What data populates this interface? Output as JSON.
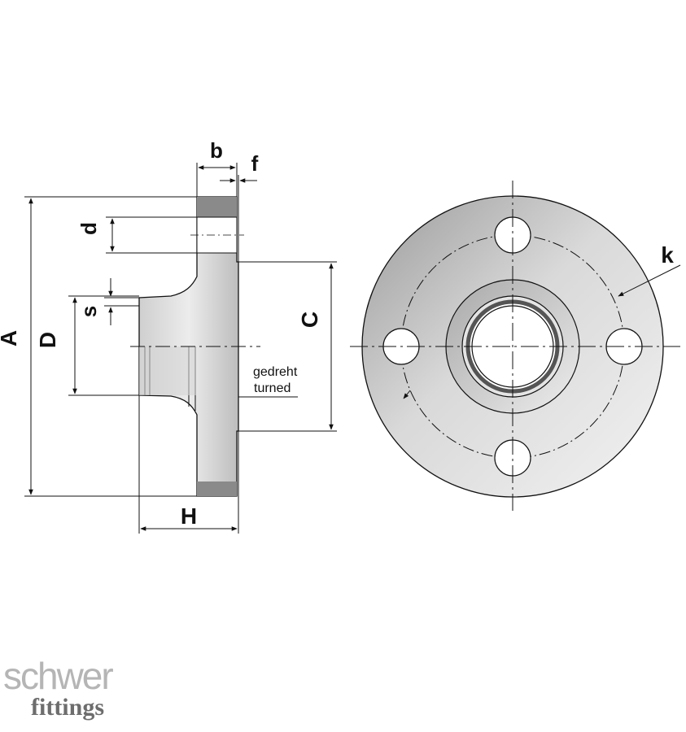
{
  "labels": {
    "b": "b",
    "f": "f",
    "d": "d",
    "s": "s",
    "A": "A",
    "D": "D",
    "C": "C",
    "H": "H",
    "k": "k",
    "note_de": "gedreht",
    "note_en": "turned"
  },
  "logo": {
    "brand": "schwer",
    "sub": "fittings"
  },
  "colors": {
    "line": "#111111",
    "flange_dark": "#8a8a8a",
    "flange_light": "#e6e6e6",
    "logo_brand": "#b5b5b5",
    "logo_sub": "#6d6d6d"
  }
}
